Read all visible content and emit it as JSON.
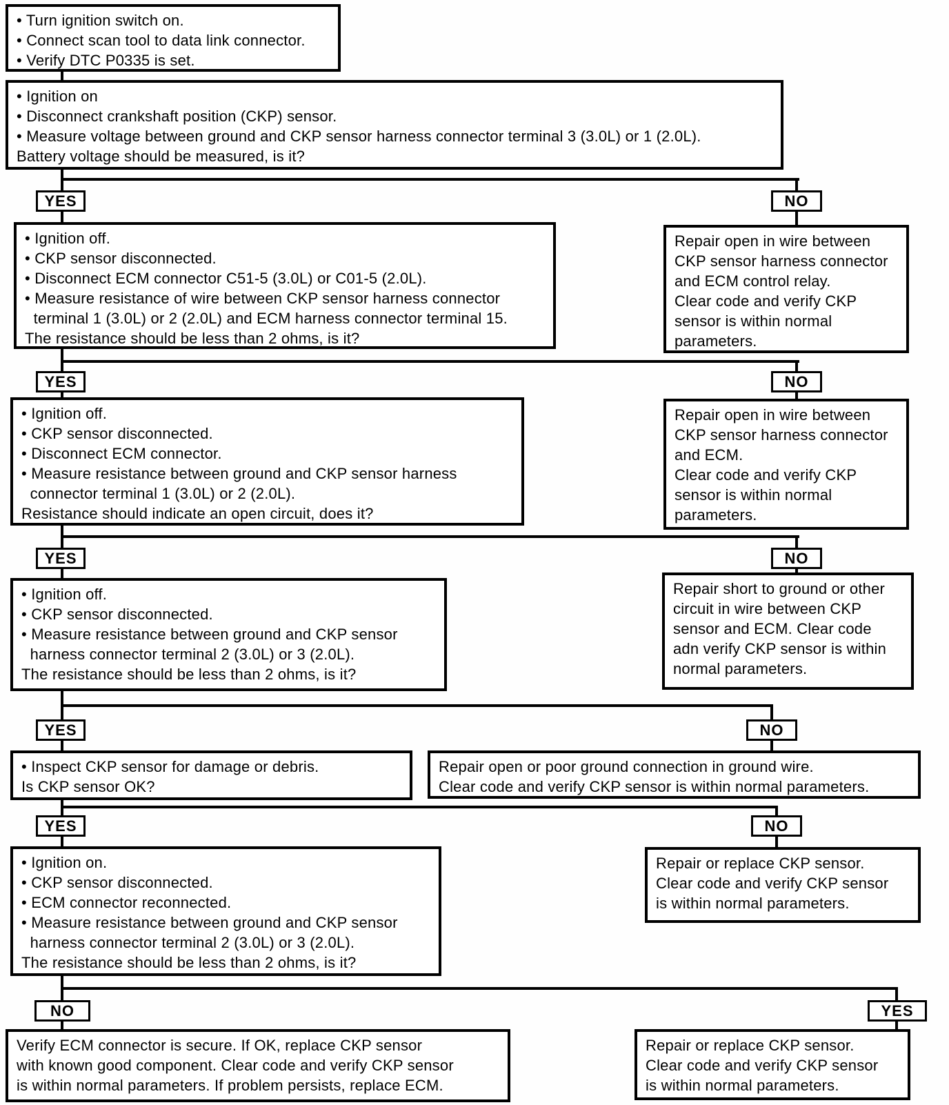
{
  "labels": {
    "yes": "YES",
    "no": "NO"
  },
  "boxes": {
    "start": "• Turn ignition switch on.\n• Connect scan tool to data link connector.\n• Verify DTC P0335 is set.",
    "q1": "• Ignition on\n• Disconnect crankshaft position (CKP) sensor.\n• Measure voltage between ground and CKP sensor harness connector terminal 3 (3.0L) or 1 (2.0L).\nBattery voltage should be measured, is it?",
    "q2": "• Ignition off.\n• CKP sensor disconnected.\n• Disconnect ECM connector C51-5 (3.0L) or C01-5 (2.0L).\n• Measure resistance of wire between CKP sensor harness connector\n  terminal 1 (3.0L) or 2 (2.0L) and ECM harness connector terminal 15.\nThe resistance should be less than 2 ohms, is it?",
    "a1": "Repair open in wire between\nCKP sensor harness connector\nand ECM control relay.\nClear code and verify CKP\nsensor is within normal\nparameters.",
    "q3": "• Ignition off.\n• CKP sensor disconnected.\n• Disconnect ECM connector.\n• Measure resistance between ground and CKP sensor harness\n  connector terminal 1 (3.0L) or 2 (2.0L).\nResistance should indicate an open circuit, does it?",
    "a2": "Repair open in wire between\nCKP sensor harness connector\nand ECM.\nClear code and verify CKP\nsensor is within normal\nparameters.",
    "q4": "• Ignition off.\n• CKP sensor disconnected.\n• Measure resistance between ground and CKP sensor\n  harness connector terminal 2 (3.0L) or 3 (2.0L).\nThe resistance should be less than 2 ohms, is it?",
    "a3": "Repair short to ground or other\ncircuit in wire between CKP\nsensor and ECM. Clear code\nadn verify CKP sensor is within\nnormal parameters.",
    "q5": "• Inspect CKP sensor for damage or debris.\nIs CKP sensor OK?",
    "a4": "Repair open or poor ground connection in ground wire.\nClear code and verify CKP sensor is within normal parameters.",
    "q6": "• Ignition on.\n• CKP sensor disconnected.\n• ECM connector reconnected.\n• Measure resistance between ground and CKP sensor\n  harness connector terminal 2 (3.0L) or 3 (2.0L).\nThe resistance should be less than 2 ohms, is it?",
    "a5": "Repair or replace CKP sensor.\nClear code and verify CKP sensor\nis within normal parameters.",
    "final_no": "Verify ECM connector is secure. If OK, replace CKP sensor\nwith known good component. Clear code and verify CKP sensor\nis within normal parameters. If problem persists, replace ECM.",
    "final_yes": "Repair or replace CKP sensor.\nClear code and verify CKP sensor\nis within normal parameters."
  }
}
